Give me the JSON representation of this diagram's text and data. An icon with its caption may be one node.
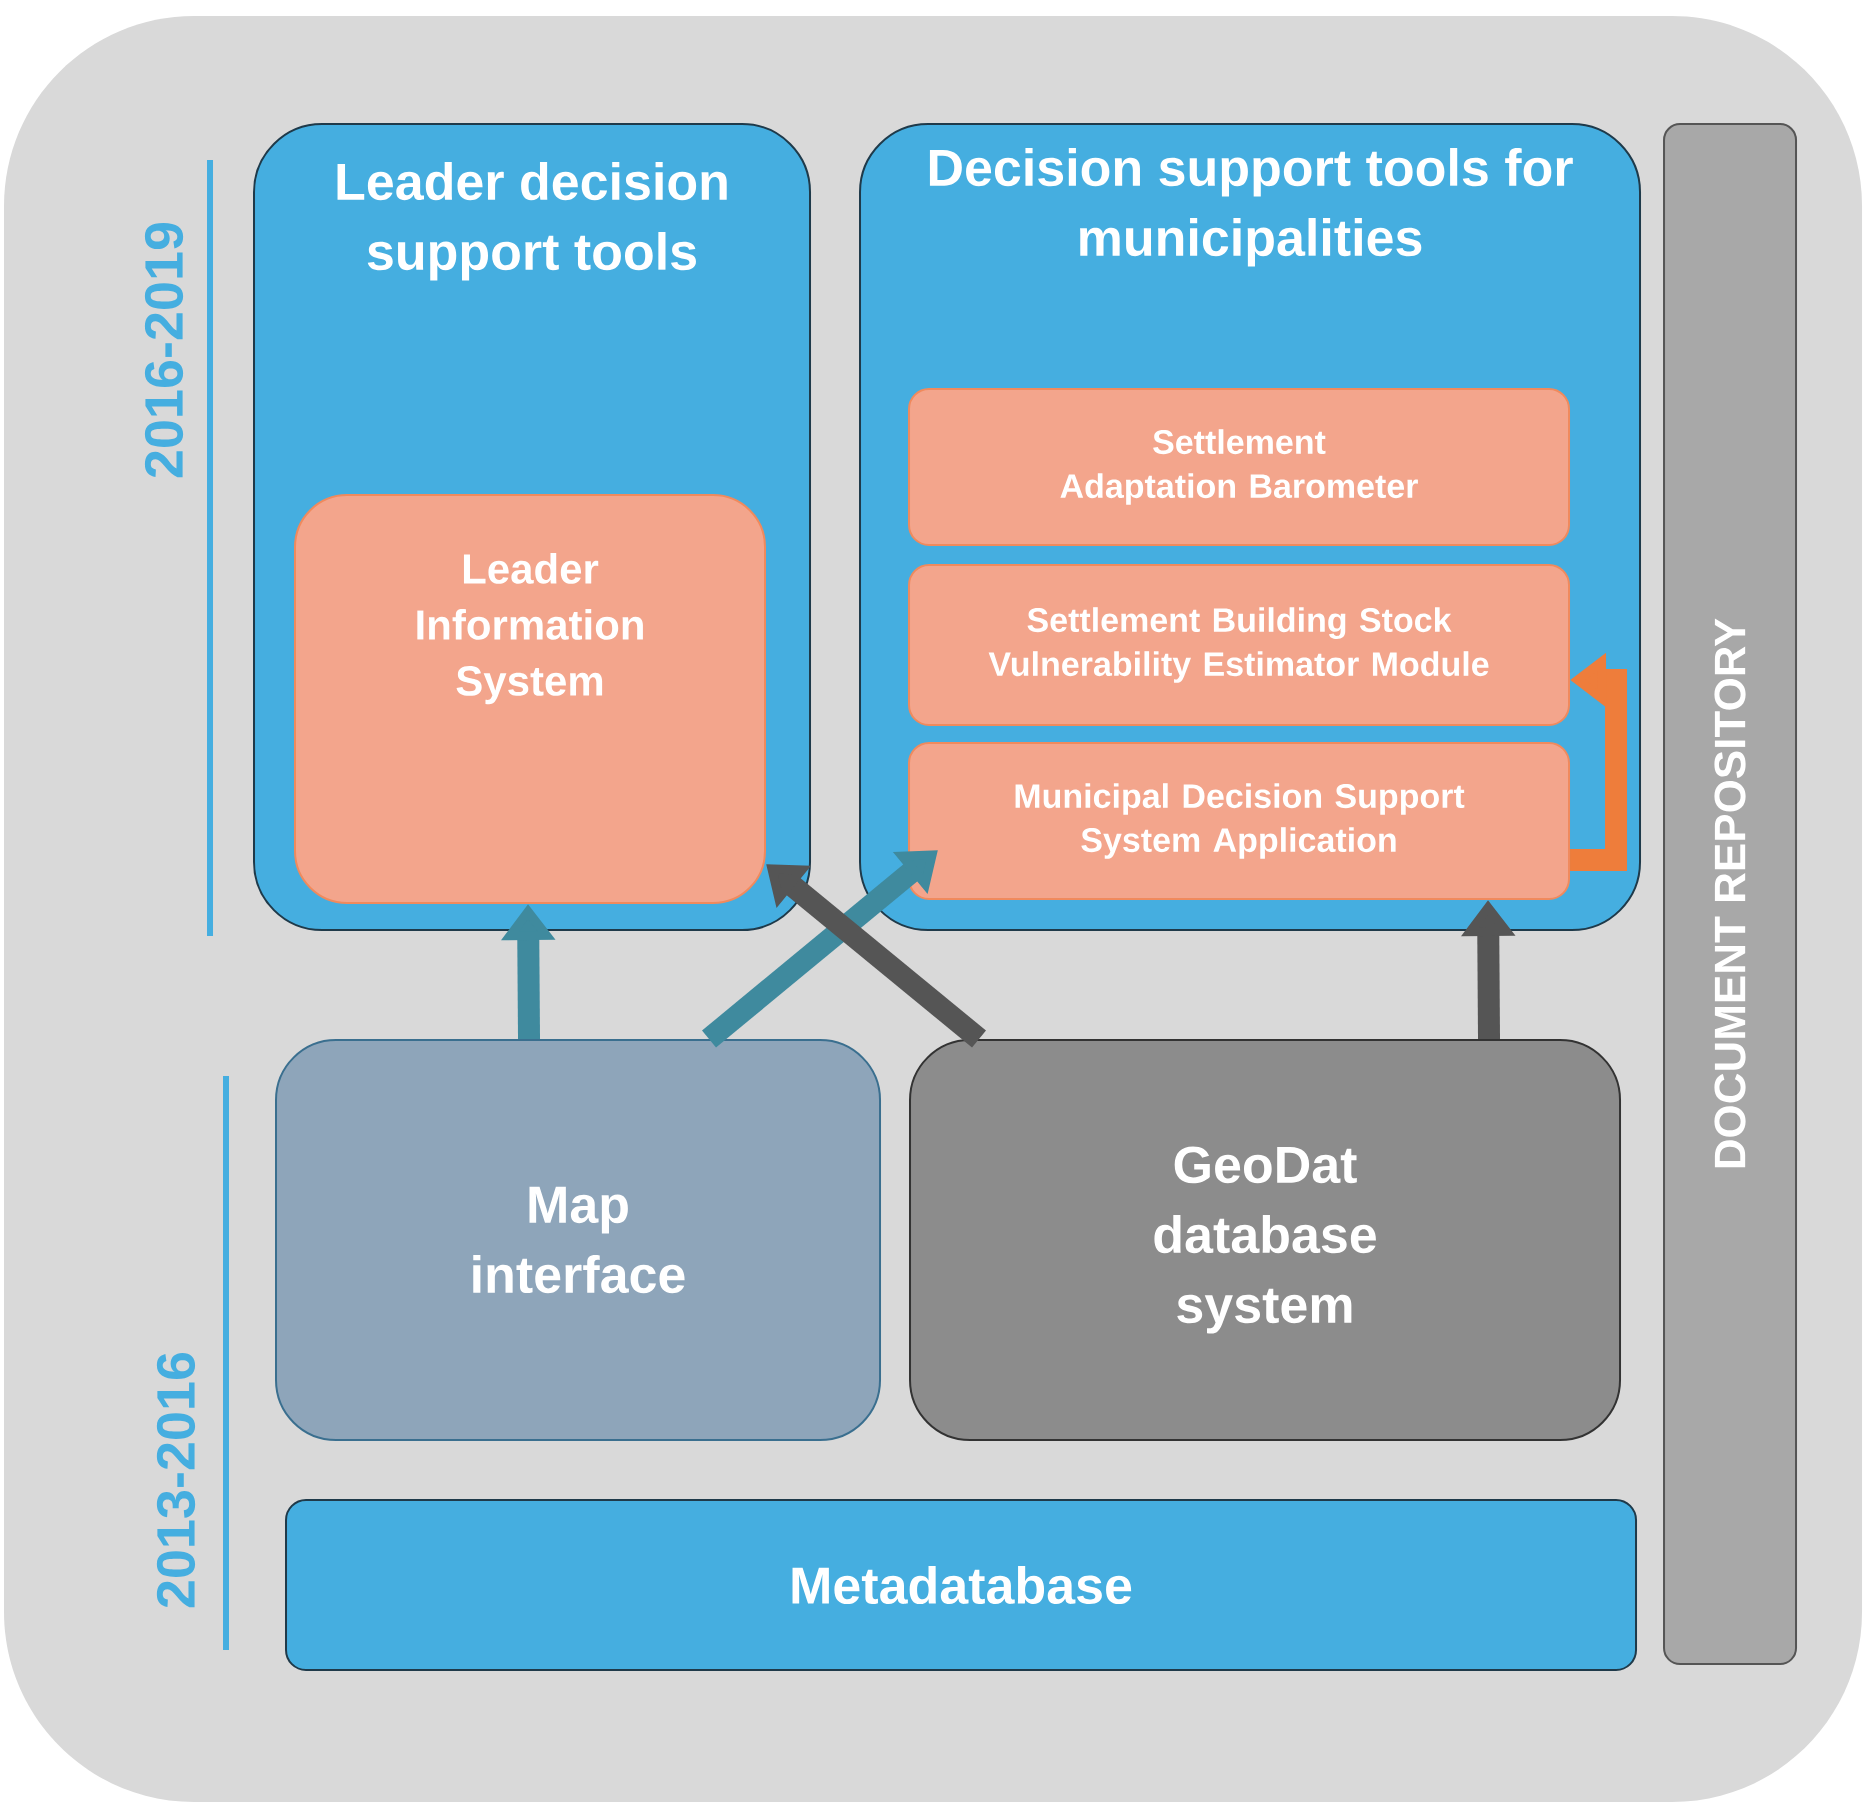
{
  "diagram": {
    "nodes": [
      {
        "text": [
          "Leader decision support tools"
        ]
      },
      {
        "text": [
          "Leader Information System"
        ],
        "in": 0
      },
      {
        "text": [
          "Decision support tools for municipalities"
        ]
      },
      {
        "text": [
          "Settlement Adaptation Barometer"
        ],
        "in": 2
      },
      {
        "text": [
          "Settlement Building Stock Vulnerability Estimator Module"
        ],
        "in": 2
      },
      {
        "text": [
          "Municipal Decision Support System Application"
        ],
        "in": 2
      },
      {
        "text": [
          "Map interface"
        ]
      },
      {
        "text": [
          "GeoDat database system"
        ]
      },
      {
        "text": [
          "Metadatabase"
        ]
      },
      {
        "text": [
          "DOCUMENT REPOSITORY"
        ]
      }
    ],
    "edges": [
      {
        "from": 6,
        "to": 1,
        "arrow": "to",
        "color": "#3f8a9e"
      },
      {
        "from": 6,
        "to": 5,
        "arrow": "to",
        "color": "#3f8a9e"
      },
      {
        "from": 7,
        "to": 1,
        "arrow": "to",
        "color": "#555555"
      },
      {
        "from": 7,
        "to": 5,
        "arrow": "to",
        "color": "#555555"
      },
      {
        "from": 5,
        "to": 4,
        "arrow": "to",
        "color": "#ee7d3b"
      }
    ],
    "labels": [
      "2016-2019",
      "2013-2016"
    ]
  }
}
